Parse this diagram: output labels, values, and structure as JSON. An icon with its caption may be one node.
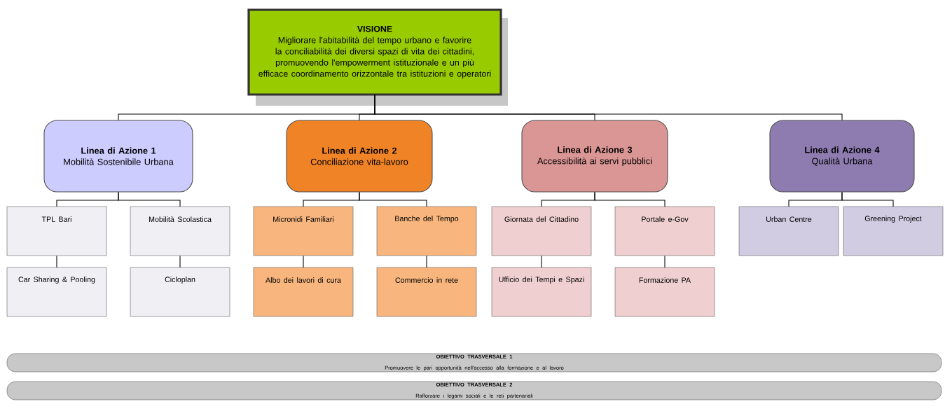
{
  "diagram": {
    "nodes": [
      {
        "text": [
          "VISIONE",
          "Migliorare l'abitabilità del tempo urbano e favorire la conciliabilità dei diversi spazi di vita dei cittadini, promuovendo l'empowerment istituzionale e un più efficace coordinamento orizzontale tra istituzioni e operatori"
        ]
      },
      {
        "text": [
          "Linea di Azione 1",
          "Mobilità Sostenibile Urbana"
        ]
      },
      {
        "text": [
          "Linea di Azione 2",
          "Conciliazione vita-lavoro"
        ]
      },
      {
        "text": [
          "Linea di Azione 3",
          "Accessibilità ai servi pubblici"
        ]
      },
      {
        "text": [
          "Linea di Azione 4",
          "Qualità Urbana"
        ]
      },
      {
        "text": [
          "TPL Bari"
        ]
      },
      {
        "text": [
          "Mobilità Scolastica"
        ]
      },
      {
        "text": [
          "Car Sharing & Pooling"
        ]
      },
      {
        "text": [
          "Cicloplan"
        ]
      },
      {
        "text": [
          "Micronidi Familiari"
        ]
      },
      {
        "text": [
          "Banche del Tempo"
        ]
      },
      {
        "text": [
          "Albo dei lavori di cura"
        ]
      },
      {
        "text": [
          "Commercio in rete"
        ]
      },
      {
        "text": [
          "Giornata del Cittadino"
        ]
      },
      {
        "text": [
          "Portale e-Gov"
        ]
      },
      {
        "text": [
          "Ufficio dei Tempi e Spazi"
        ]
      },
      {
        "text": [
          "Formazione PA"
        ]
      },
      {
        "text": [
          "Urban Centre"
        ]
      },
      {
        "text": [
          "Greening Project"
        ]
      },
      {
        "text": [
          "OBIETTIVO TRASVERSALE 1",
          "Promuovere le pari opportunità nell'accesso alla formazione e al lavoro"
        ]
      },
      {
        "text": [
          "OBIETTIVO TRASVERSALE 2",
          "Rafforzare i legami sociali e le reti partenariali"
        ]
      }
    ],
    "edges": [
      {
        "from": 0,
        "to": 1,
        "arrow": "none"
      },
      {
        "from": 0,
        "to": 2,
        "arrow": "none"
      },
      {
        "from": 0,
        "to": 3,
        "arrow": "none"
      },
      {
        "from": 0,
        "to": 4,
        "arrow": "none"
      },
      {
        "from": 1,
        "to": 5,
        "arrow": "none"
      },
      {
        "from": 1,
        "to": 6,
        "arrow": "none"
      },
      {
        "from": 5,
        "to": 7,
        "arrow": "none"
      },
      {
        "from": 6,
        "to": 8,
        "arrow": "none"
      },
      {
        "from": 2,
        "to": 9,
        "arrow": "none"
      },
      {
        "from": 2,
        "to": 10,
        "arrow": "none"
      },
      {
        "from": 9,
        "to": 11,
        "arrow": "none"
      },
      {
        "from": 10,
        "to": 12,
        "arrow": "none"
      },
      {
        "from": 3,
        "to": 13,
        "arrow": "none"
      },
      {
        "from": 3,
        "to": 14,
        "arrow": "none"
      },
      {
        "from": 13,
        "to": 15,
        "arrow": "none"
      },
      {
        "from": 14,
        "to": 16,
        "arrow": "none"
      },
      {
        "from": 4,
        "to": 17,
        "arrow": "none"
      },
      {
        "from": 4,
        "to": 18,
        "arrow": "none"
      }
    ]
  }
}
